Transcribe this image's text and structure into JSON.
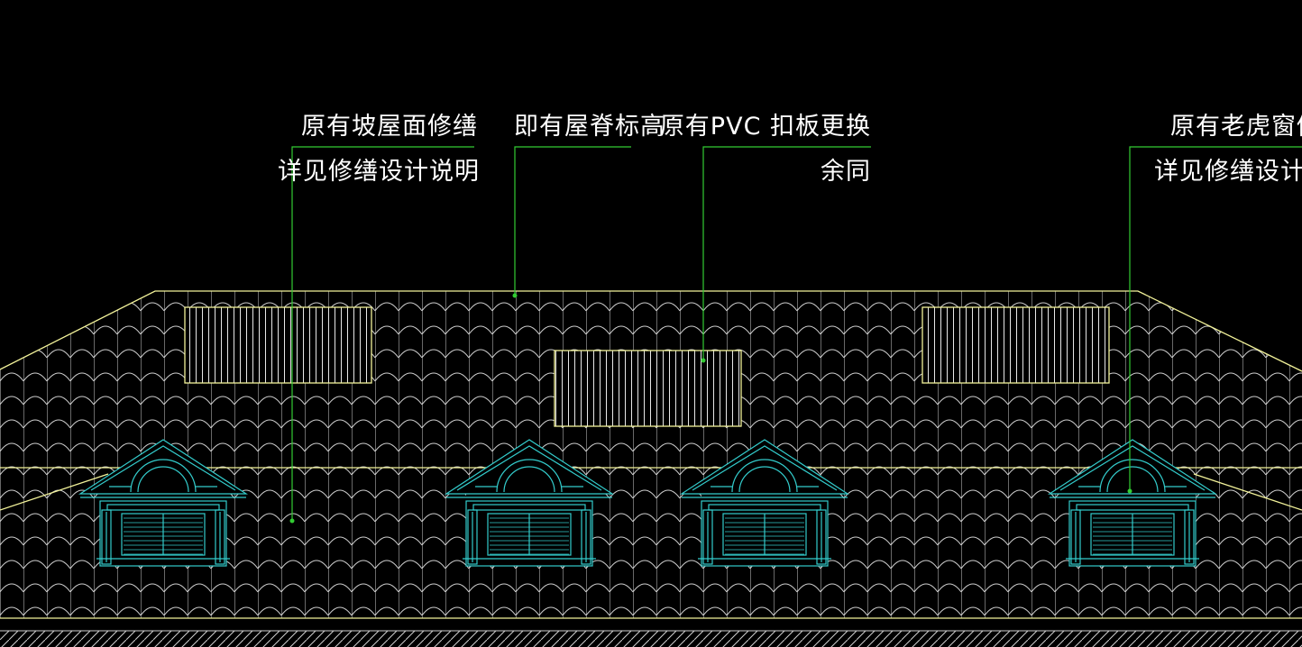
{
  "annotations": {
    "slope_roof_line1": "原有坡屋面修缮",
    "slope_roof_line2": "详见修缮设计说明",
    "ridge": "即有屋脊标高",
    "pvc_line1": "原有PVC 扣板更换",
    "pvc_line2": "余同",
    "dormer_line1": "原有老虎窗修缮",
    "dormer_line2": "详见修缮设计说明"
  },
  "colors": {
    "background": "#000000",
    "tile": "#cfcfcf",
    "outline": "#f3f39a",
    "dormer": "#33cccc",
    "leader": "#33cc33",
    "text": "#ffffff"
  }
}
